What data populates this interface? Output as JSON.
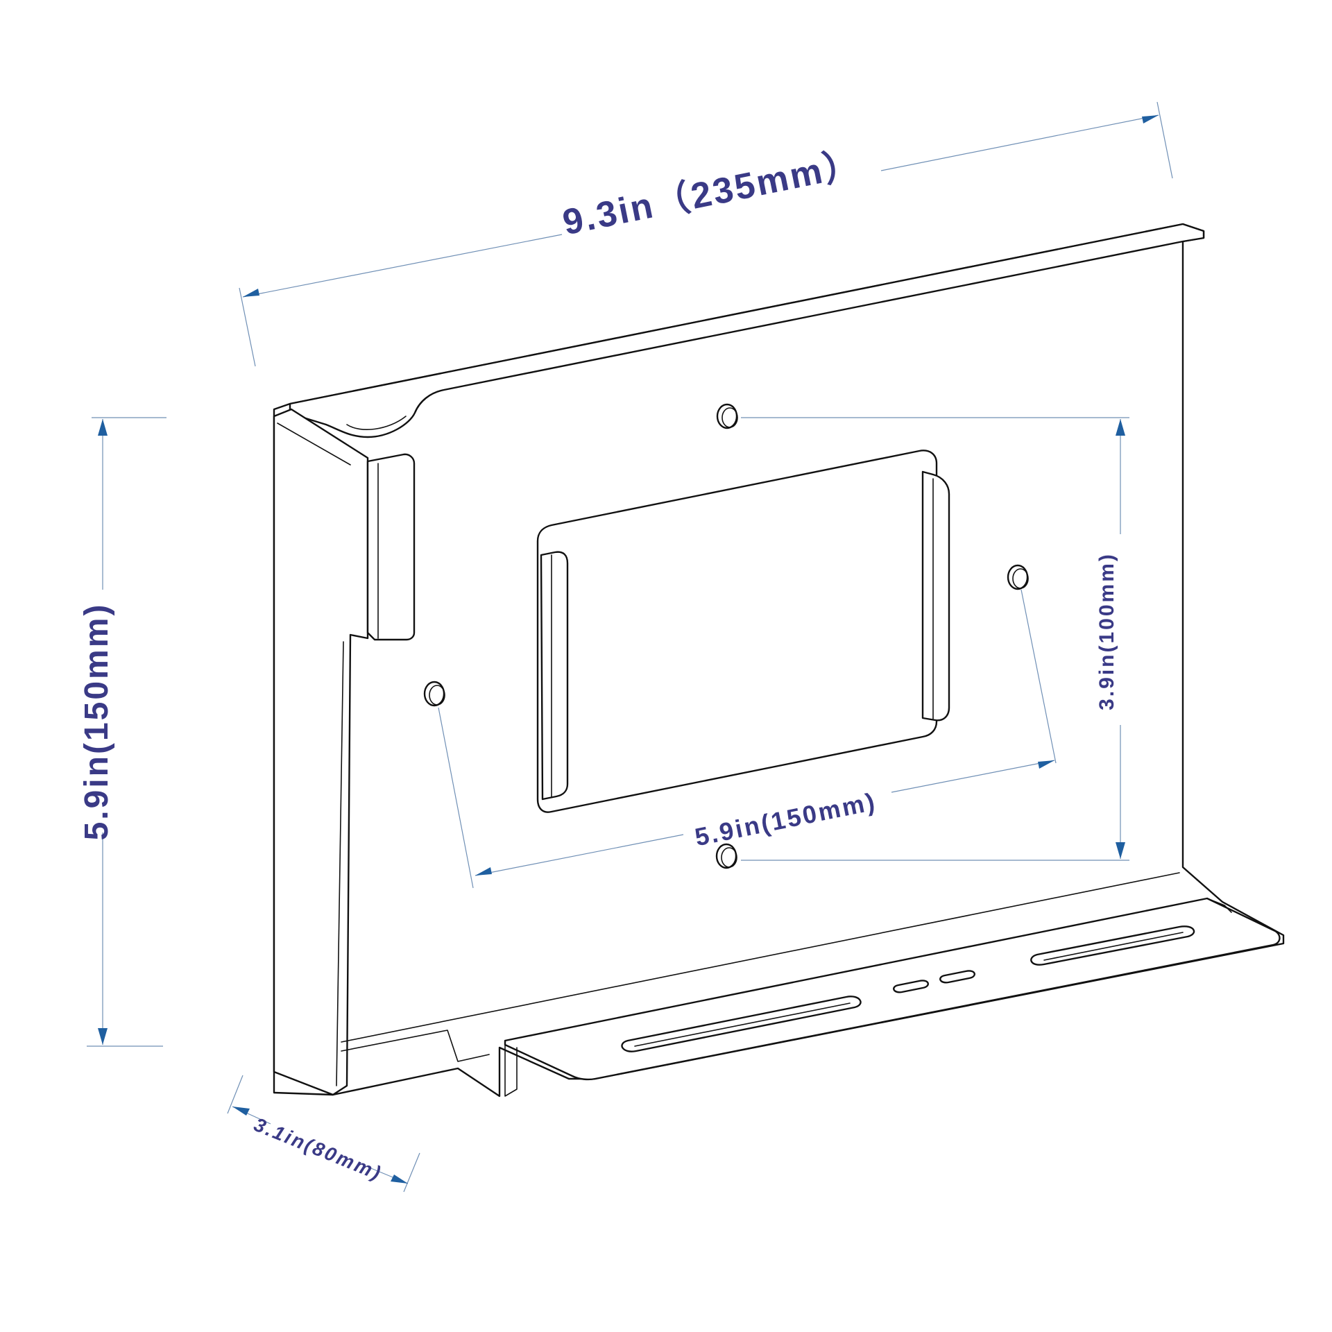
{
  "diagram": {
    "dimensions": {
      "overall_width": "9.3in（235mm）",
      "overall_height": "5.9in(150mm)",
      "depth": "3.1in(80mm)",
      "hole_horizontal": "5.9in(150mm)",
      "hole_vertical": "3.9in(100mm)"
    },
    "colors": {
      "dimension_text": "#3a3a86",
      "dimension_arrow": "#1f5fa0",
      "extension_line": "#6f8fb5",
      "outline": "#111111"
    }
  }
}
